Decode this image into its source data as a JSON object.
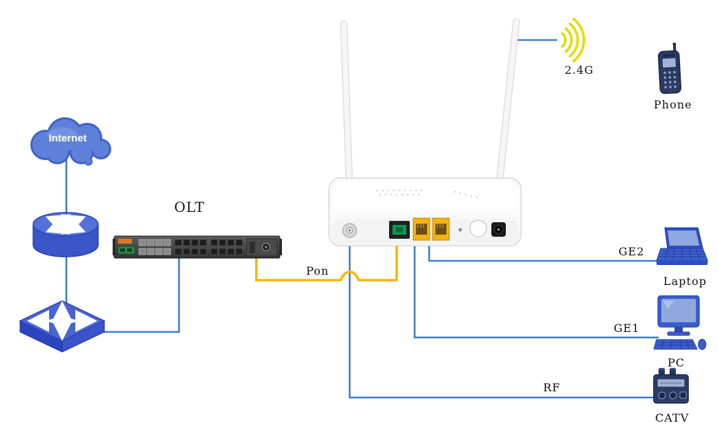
{
  "diagram": {
    "nodes": {
      "internet": {
        "label": "Internet"
      },
      "olt": {
        "label": "OLT"
      },
      "wifi": {
        "label": "2.4G"
      },
      "phone": {
        "label": "Phone"
      },
      "laptop": {
        "label": "Laptop"
      },
      "pc": {
        "label": "PC"
      },
      "catv": {
        "label": "CATV"
      }
    },
    "links": {
      "pon": {
        "label": "Pon"
      },
      "ge2": {
        "label": "GE2"
      },
      "ge1": {
        "label": "GE1"
      },
      "rf": {
        "label": "RF"
      }
    },
    "colors": {
      "line_blue": "#3d7cc9",
      "cable_yellow": "#f5b800",
      "wifi_yellow": "#e8d800",
      "device_blue": "#3a54cc",
      "cloud_blue": "#5d80d8"
    }
  }
}
